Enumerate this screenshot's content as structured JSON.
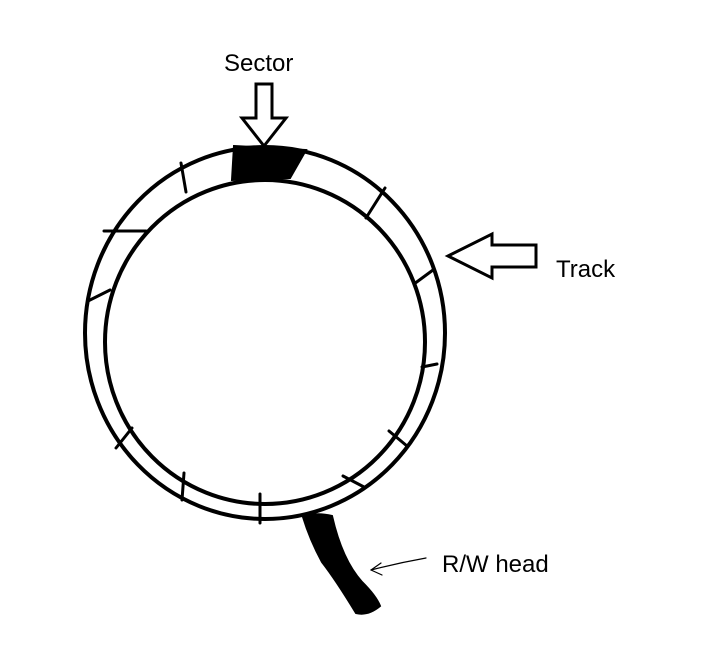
{
  "labels": {
    "sector": "Sector",
    "track": "Track",
    "head": "R/W head"
  },
  "colors": {
    "stroke": "#000000",
    "fill": "#000000",
    "background": "#ffffff"
  }
}
